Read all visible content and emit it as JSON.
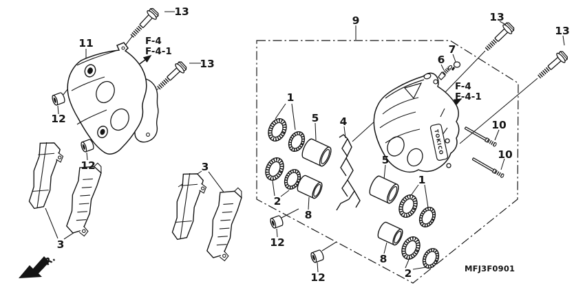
{
  "diagram": {
    "code": "MFJ3F0901",
    "direction_label": "FR.",
    "caliper_brand": "TOKICO",
    "subassembly_ref": {
      "line1": "F-4",
      "line2": "F-4-1"
    },
    "part_labels": {
      "p1": "1",
      "p2": "2",
      "p3": "3",
      "p4": "4",
      "p5": "5",
      "p6": "6",
      "p7": "7",
      "p8": "8",
      "p9": "9",
      "p10": "10",
      "p11": "11",
      "p12": "12",
      "p13": "13"
    }
  }
}
